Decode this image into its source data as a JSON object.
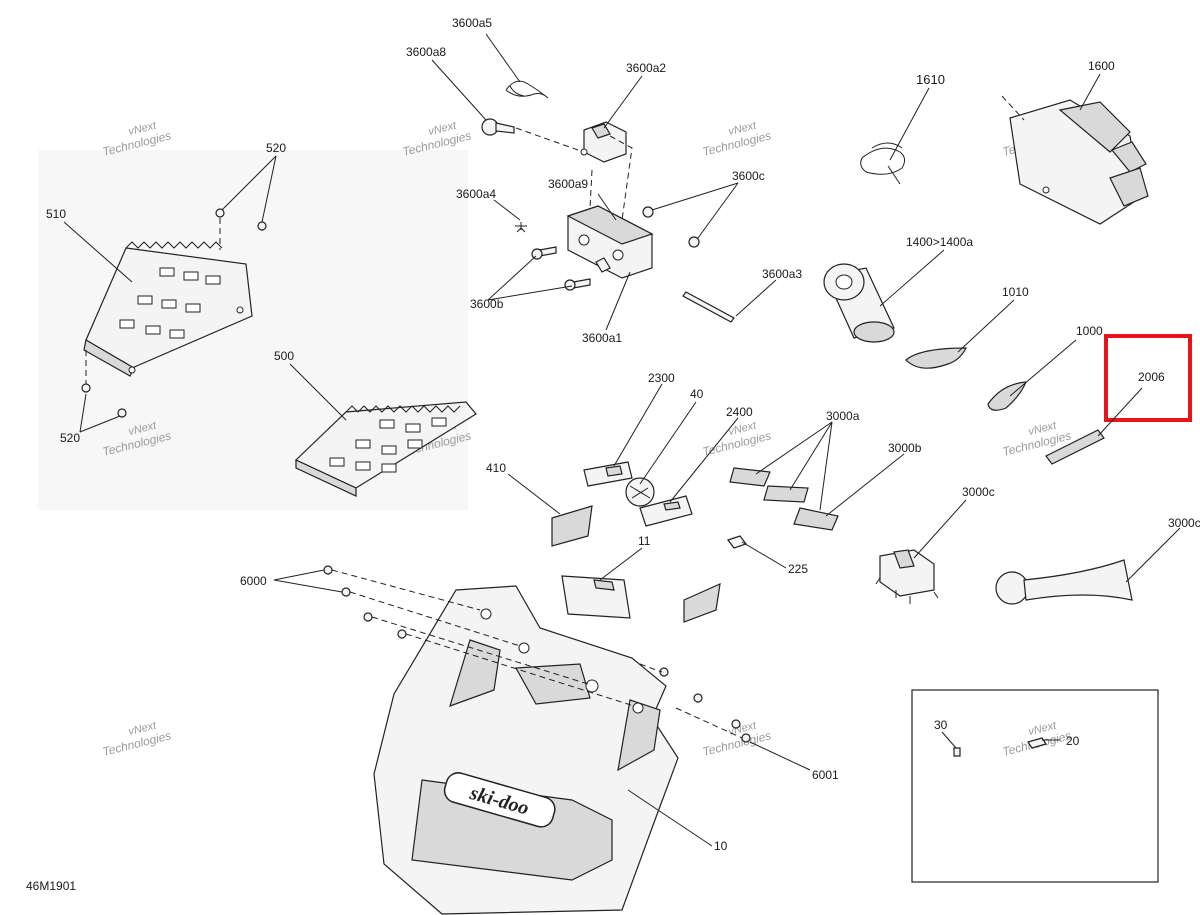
{
  "diagram_code": "46M1901",
  "watermark_line1": "vNext",
  "watermark_line2": "Technologies",
  "highlight_color": "#e8141b",
  "callouts": {
    "c3600a5": "3600a5",
    "c3600a8": "3600a8",
    "c3600a2": "3600a2",
    "c1610": "1610",
    "c1600": "1600",
    "c520_top": "520",
    "c510": "510",
    "c3600a4": "3600a4",
    "c3600a9": "3600a9",
    "c3600c": "3600c",
    "c1400": "1400>1400a",
    "c3600b": "3600b",
    "c3600a3": "3600a3",
    "c3600a1": "3600a1",
    "c1010": "1010",
    "c1000": "1000",
    "c2006": "2006",
    "c500": "500",
    "c520_bottom": "520",
    "c2300": "2300",
    "c40": "40",
    "c2400": "2400",
    "c3000a": "3000a",
    "c3000b": "3000b",
    "c410": "410",
    "c3000c": "3000c",
    "c3000c_right": "3000c",
    "c11": "11",
    "c225": "225",
    "c6000": "6000",
    "c6001": "6001",
    "c10": "10",
    "c30": "30",
    "c20": "20"
  },
  "brand_decal_text": "ski-doo"
}
